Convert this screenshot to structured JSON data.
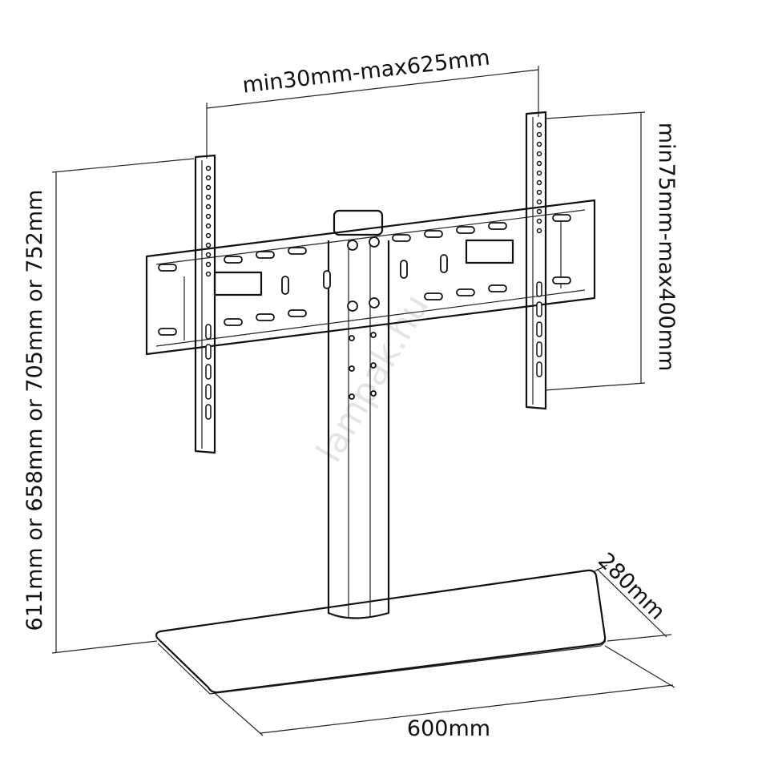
{
  "dimensions": {
    "width_range": "min30mm-max625mm",
    "height_range": "min75mm-max400mm",
    "total_height": "611mm or 658mm or 705mm or 752mm",
    "base_depth": "280mm",
    "base_width": "600mm"
  },
  "watermark": "lampak.hu"
}
